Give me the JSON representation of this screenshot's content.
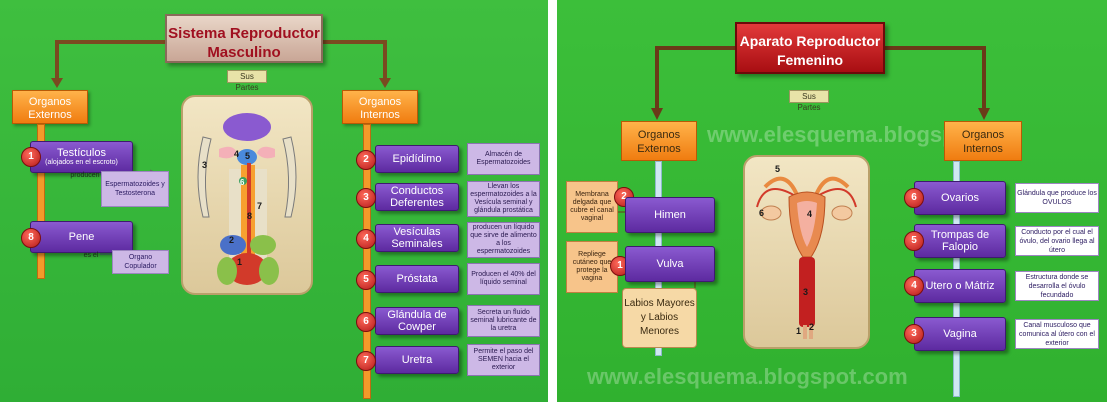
{
  "male": {
    "title": "Sistema Reproductor Masculino",
    "sus_partes": "Sus Partes",
    "externos": "Organos Externos",
    "internos": "Organos Internos",
    "testiculos": "Testículos",
    "testiculos_sub": "(alojados en el escroto)",
    "testiculos_num": "1",
    "producen": "producen",
    "espermatozoides": "Espermatozoides y Testosterona",
    "pene": "Pene",
    "pene_num": "8",
    "es_el": "es el",
    "organo_copulador": "Organo Copulador",
    "diagram_labels": [
      "1",
      "2",
      "3",
      "4",
      "5",
      "6",
      "7",
      "8"
    ],
    "internal": [
      {
        "num": "2",
        "name": "Epidídimo",
        "desc": "Almacén de Espermatozoides"
      },
      {
        "num": "3",
        "name": "Conductos Deferentes",
        "desc": "Llevan los espermatozoides a la Vesícula seminal y glándula prostática"
      },
      {
        "num": "4",
        "name": "Vesículas Seminales",
        "desc": "producen un líquido que sirve de alimento a los espermatozoides"
      },
      {
        "num": "5",
        "name": "Próstata",
        "desc": "Producen el 40% del líquido seminal"
      },
      {
        "num": "6",
        "name": "Glándula de Cowper",
        "desc": "Secreta un fluido seminal lubricante de la uretra"
      },
      {
        "num": "7",
        "name": "Uretra",
        "desc": "Permite el paso del SEMEN hacia el exterior"
      }
    ]
  },
  "female": {
    "title": "Aparato Reproductor Femenino",
    "sus_partes": "Sus Partes",
    "externos": "Organos Externos",
    "internos": "Organos Internos",
    "watermark_top": "www.elesquema.blogspot.",
    "watermark_bottom": "www.elesquema.blogspot.com",
    "himen": "Himen",
    "himen_num": "2",
    "himen_desc": "Membrana delgada que cubre el canal vaginal",
    "vulva": "Vulva",
    "vulva_num": "1",
    "vulva_desc": "Repliege cutáneo que protege la vagina",
    "labios": "Labios Mayores y Labios Menores",
    "diagram_labels": [
      "1",
      "2",
      "3",
      "4",
      "5",
      "6"
    ],
    "internal": [
      {
        "num": "6",
        "name": "Ovarios",
        "desc": "Glándula que produce los OVULOS"
      },
      {
        "num": "5",
        "name": "Trompas de Falopio",
        "desc": "Conducto por el cual el óvulo, del ovario llega al útero"
      },
      {
        "num": "4",
        "name": "Utero o Mátriz",
        "desc": "Estructura donde se desarrolla el óvulo fecundado"
      },
      {
        "num": "3",
        "name": "Vagina",
        "desc": "Canal musculoso que comunica al útero con el exterior"
      }
    ]
  },
  "colors": {
    "background_green": "#35b636",
    "purple_box": "#6a36b0",
    "orange_box": "#f39a2a",
    "number_red": "#c22020"
  }
}
